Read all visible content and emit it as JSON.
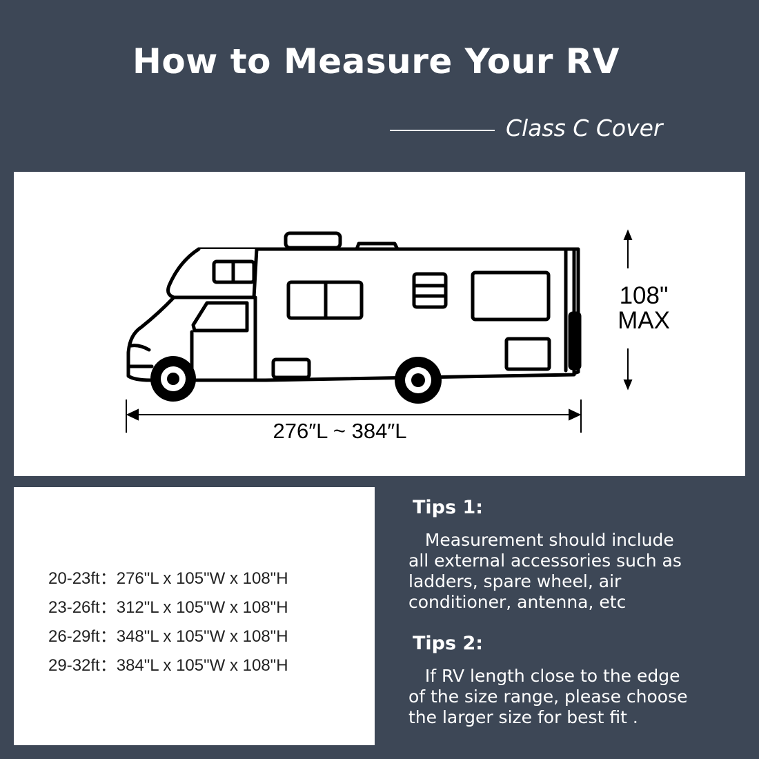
{
  "header": {
    "title": "How to Measure Your RV",
    "subtitle": "Class C Cover"
  },
  "diagram": {
    "height_label_line1": "108\"",
    "height_label_line2": "MAX",
    "length_label": "276″L ~ 384″L"
  },
  "sizes": [
    {
      "range": "20-23ft：",
      "dims": "276\"L x 105\"W x 108\"H"
    },
    {
      "range": "23-26ft：",
      "dims": "312\"L x 105\"W x 108\"H"
    },
    {
      "range": "26-29ft：",
      "dims": "348\"L x 105\"W x 108\"H"
    },
    {
      "range": "29-32ft：",
      "dims": "384\"L x 105\"W x 108\"H"
    }
  ],
  "tips": [
    {
      "heading": "Tips 1:",
      "body": "   Measurement should include\nall external accessories such as\nladders, spare wheel, air\nconditioner, antenna, etc"
    },
    {
      "heading": "Tips 2:",
      "body": "   If RV length close to the edge\nof the size range, please choose\nthe larger size for best fit ."
    }
  ],
  "icons": {
    "pointer": "curved-arrow-down-icon",
    "vehicle": "rv-illustration"
  },
  "colors": {
    "background": "#3d4756",
    "panel": "#ffffff",
    "arrow": "#1f5fa8"
  }
}
